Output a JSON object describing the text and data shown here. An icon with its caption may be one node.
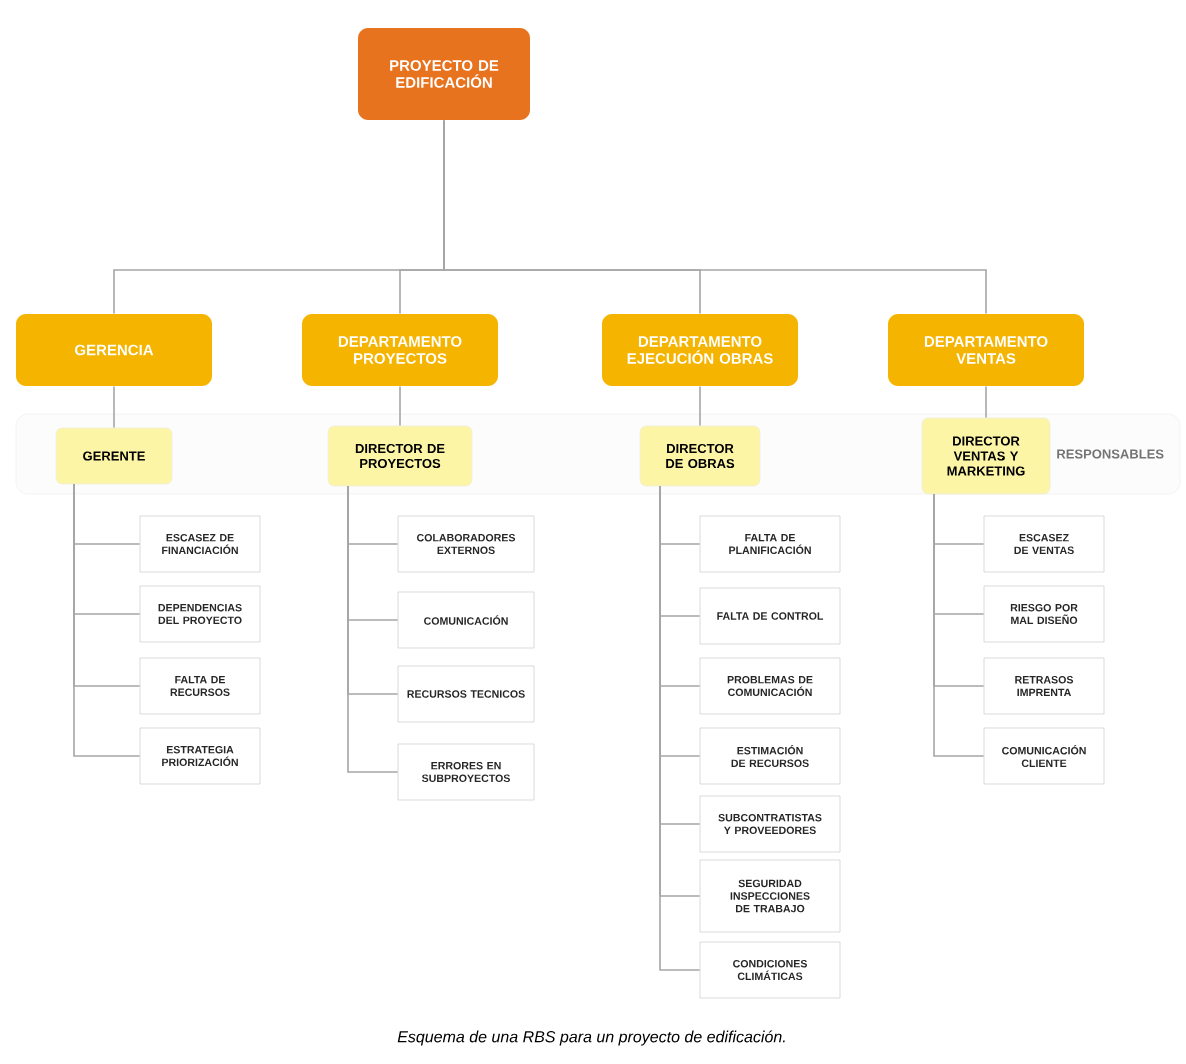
{
  "diagram": {
    "caption": "Esquema de una RBS para un proyecto de edificación.",
    "nodes": [
      {
        "text": [
          "PROYECTO DE EDIFICACIÓN"
        ]
      },
      {
        "text": [
          "GERENCIA"
        ]
      },
      {
        "text": [
          "DEPARTAMENTO PROYECTOS"
        ]
      },
      {
        "text": [
          "DEPARTAMENTO EJECUCIÓN OBRAS"
        ]
      },
      {
        "text": [
          "DEPARTAMENTO VENTAS"
        ]
      },
      {
        "text": [
          "RESPONSABLES"
        ]
      },
      {
        "text": [
          "GERENTE"
        ],
        "in": 5
      },
      {
        "text": [
          "DIRECTOR DE PROYECTOS"
        ],
        "in": 5
      },
      {
        "text": [
          "DIRECTOR DE OBRAS"
        ],
        "in": 5
      },
      {
        "text": [
          "DIRECTOR VENTAS Y MARKETING"
        ],
        "in": 5
      },
      {
        "text": [
          "ESCASEZ DE FINANCIACIÓN"
        ]
      },
      {
        "text": [
          "DEPENDENCIAS DEL PROYECTO"
        ]
      },
      {
        "text": [
          "FALTA DE RECURSOS"
        ]
      },
      {
        "text": [
          "ESTRATEGIA PRIORIZACIÓN"
        ]
      },
      {
        "text": [
          "COLABORADORES EXTERNOS"
        ]
      },
      {
        "text": [
          "COMUNICACIÓN"
        ]
      },
      {
        "text": [
          "RECURSOS TECNICOS"
        ]
      },
      {
        "text": [
          "ERRORES EN SUBPROYECTOS"
        ]
      },
      {
        "text": [
          "FALTA DE PLANIFICACIÓN"
        ]
      },
      {
        "text": [
          "FALTA DE CONTROL"
        ]
      },
      {
        "text": [
          "PROBLEMAS DE COMUNICACIÓN"
        ]
      },
      {
        "text": [
          "ESTIMACIÓN DE RECURSOS"
        ]
      },
      {
        "text": [
          "SUBCONTRATISTAS Y PROVEEDORES"
        ]
      },
      {
        "text": [
          "SEGURIDAD INSPECCIONES DE TRABAJO"
        ]
      },
      {
        "text": [
          "CONDICIONES CLIMÁTICAS"
        ]
      },
      {
        "text": [
          "ESCASEZ DE VENTAS"
        ]
      },
      {
        "text": [
          "RIESGO POR MAL DISEÑO"
        ]
      },
      {
        "text": [
          "RETRASOS IMPRENTA"
        ]
      },
      {
        "text": [
          "COMUNICACIÓN CLIENTE"
        ]
      }
    ],
    "edges": [
      {
        "from": 0,
        "to": 1,
        "arrow": "none"
      },
      {
        "from": 0,
        "to": 2,
        "arrow": "none"
      },
      {
        "from": 0,
        "to": 3,
        "arrow": "none"
      },
      {
        "from": 0,
        "to": 4,
        "arrow": "none"
      },
      {
        "from": 1,
        "to": 6,
        "arrow": "none"
      },
      {
        "from": 2,
        "to": 7,
        "arrow": "none"
      },
      {
        "from": 3,
        "to": 8,
        "arrow": "none"
      },
      {
        "from": 4,
        "to": 9,
        "arrow": "none"
      },
      {
        "from": 6,
        "to": 10,
        "arrow": "none"
      },
      {
        "from": 6,
        "to": 11,
        "arrow": "none"
      },
      {
        "from": 6,
        "to": 12,
        "arrow": "none"
      },
      {
        "from": 6,
        "to": 13,
        "arrow": "none"
      },
      {
        "from": 7,
        "to": 14,
        "arrow": "none"
      },
      {
        "from": 7,
        "to": 15,
        "arrow": "none"
      },
      {
        "from": 7,
        "to": 16,
        "arrow": "none"
      },
      {
        "from": 7,
        "to": 17,
        "arrow": "none"
      },
      {
        "from": 8,
        "to": 18,
        "arrow": "none"
      },
      {
        "from": 8,
        "to": 19,
        "arrow": "none"
      },
      {
        "from": 8,
        "to": 20,
        "arrow": "none"
      },
      {
        "from": 8,
        "to": 21,
        "arrow": "none"
      },
      {
        "from": 8,
        "to": 22,
        "arrow": "none"
      },
      {
        "from": 8,
        "to": 23,
        "arrow": "none"
      },
      {
        "from": 8,
        "to": 24,
        "arrow": "none"
      },
      {
        "from": 9,
        "to": 25,
        "arrow": "none"
      },
      {
        "from": 9,
        "to": 26,
        "arrow": "none"
      },
      {
        "from": 9,
        "to": 27,
        "arrow": "none"
      },
      {
        "from": 9,
        "to": 28,
        "arrow": "none"
      }
    ]
  }
}
